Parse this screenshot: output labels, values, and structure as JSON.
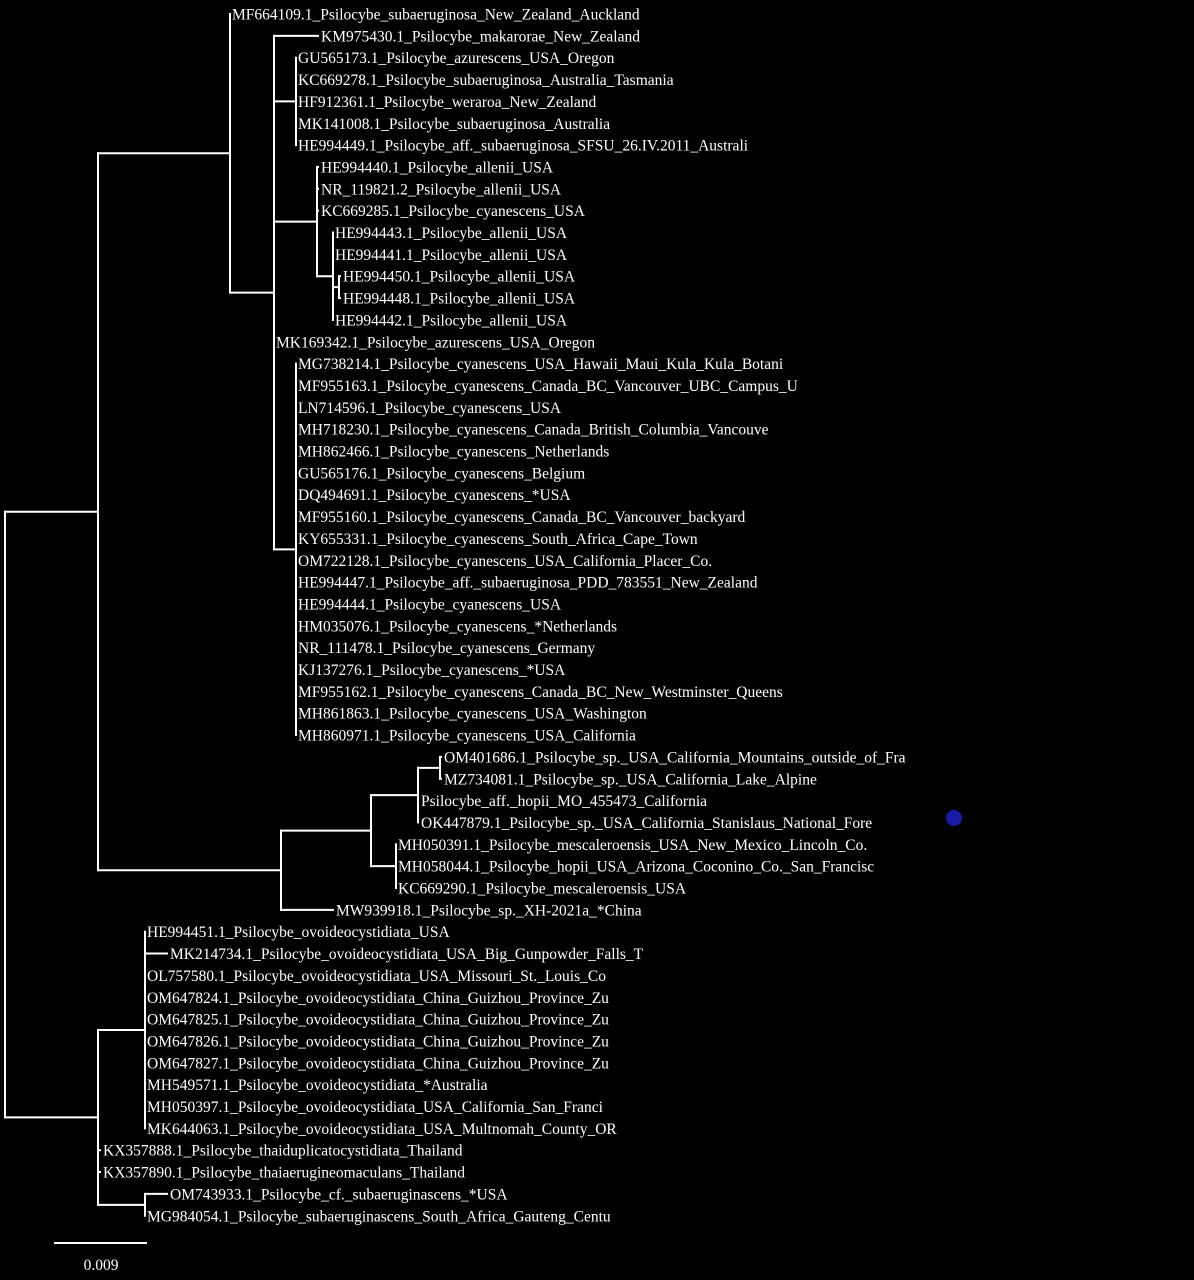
{
  "colors": {
    "background": "#000000",
    "branch": "#ffffff",
    "label": "#ffffff",
    "marker": "#1a1aa8"
  },
  "scale_bar": {
    "label": "0.009"
  },
  "highlighted_taxon": "OK447879.1_Psilocybe_sp._USA_California_Stanislaus_National_Fore",
  "taxa": [
    "MF664109.1_Psilocybe_subaeruginosa_New_Zealand_Auckland",
    "KM975430.1_Psilocybe_makarorae_New_Zealand",
    "GU565173.1_Psilocybe_azurescens_USA_Oregon",
    "KC669278.1_Psilocybe_subaeruginosa_Australia_Tasmania",
    "HF912361.1_Psilocybe_weraroa_New_Zealand",
    "MK141008.1_Psilocybe_subaeruginosa_Australia",
    "HE994449.1_Psilocybe_aff._subaeruginosa_SFSU_26.IV.2011_Australi",
    "HE994440.1_Psilocybe_allenii_USA",
    "NR_119821.2_Psilocybe_allenii_USA",
    "KC669285.1_Psilocybe_cyanescens_USA",
    "HE994443.1_Psilocybe_allenii_USA",
    "HE994441.1_Psilocybe_allenii_USA",
    "HE994450.1_Psilocybe_allenii_USA",
    "HE994448.1_Psilocybe_allenii_USA",
    "HE994442.1_Psilocybe_allenii_USA",
    "MK169342.1_Psilocybe_azurescens_USA_Oregon",
    "MG738214.1_Psilocybe_cyanescens_USA_Hawaii_Maui_Kula_Kula_Botani",
    "MF955163.1_Psilocybe_cyanescens_Canada_BC_Vancouver_UBC_Campus_U",
    "LN714596.1_Psilocybe_cyanescens_USA",
    "MH718230.1_Psilocybe_cyanescens_Canada_British_Columbia_Vancouve",
    "MH862466.1_Psilocybe_cyanescens_Netherlands",
    "GU565176.1_Psilocybe_cyanescens_Belgium",
    "DQ494691.1_Psilocybe_cyanescens_*USA",
    "MF955160.1_Psilocybe_cyanescens_Canada_BC_Vancouver_backyard",
    "KY655331.1_Psilocybe_cyanescens_South_Africa_Cape_Town",
    "OM722128.1_Psilocybe_cyanescens_USA_California_Placer_Co.",
    "HE994447.1_Psilocybe_aff._subaeruginosa_PDD_783551_New_Zealand",
    "HE994444.1_Psilocybe_cyanescens_USA",
    "HM035076.1_Psilocybe_cyanescens_*Netherlands",
    "NR_111478.1_Psilocybe_cyanescens_Germany",
    "KJ137276.1_Psilocybe_cyanescens_*USA",
    "MF955162.1_Psilocybe_cyanescens_Canada_BC_New_Westminster_Queens",
    "MH861863.1_Psilocybe_cyanescens_USA_Washington",
    "MH860971.1_Psilocybe_cyanescens_USA_California",
    "OM401686.1_Psilocybe_sp._USA_California_Mountains_outside_of_Fra",
    "MZ734081.1_Psilocybe_sp._USA_California_Lake_Alpine",
    "Psilocybe_aff._hopii_MO_455473_California",
    "OK447879.1_Psilocybe_sp._USA_California_Stanislaus_National_Fore",
    "MH050391.1_Psilocybe_mescaleroensis_USA_New_Mexico_Lincoln_Co.",
    "MH058044.1_Psilocybe_hopii_USA_Arizona_Coconino_Co._San_Francisc",
    "KC669290.1_Psilocybe_mescaleroensis_USA",
    "MW939918.1_Psilocybe_sp._XH-2021a_*China",
    "HE994451.1_Psilocybe_ovoideocystidiata_USA",
    "MK214734.1_Psilocybe_ovoideocystidiata_USA_Big_Gunpowder_Falls_T",
    "OL757580.1_Psilocybe_ovoideocystidiata_USA_Missouri_St._Louis_Co",
    "OM647824.1_Psilocybe_ovoideocystidiata_China_Guizhou_Province_Zu",
    "OM647825.1_Psilocybe_ovoideocystidiata_China_Guizhou_Province_Zu",
    "OM647826.1_Psilocybe_ovoideocystidiata_China_Guizhou_Province_Zu",
    "OM647827.1_Psilocybe_ovoideocystidiata_China_Guizhou_Province_Zu",
    "MH549571.1_Psilocybe_ovoideocystidiata_*Australia",
    "MH050397.1_Psilocybe_ovoideocystidiata_USA_California_San_Franci",
    "MK644063.1_Psilocybe_ovoideocystidiata_USA_Multnomah_County_OR",
    "KX357888.1_Psilocybe_thaiduplicatocystidiata_Thailand",
    "KX357890.1_Psilocybe_thaiaerugineomaculans_Thailand",
    "OM743933.1_Psilocybe_cf._subaeruginascens_*USA",
    "MG984054.1_Psilocybe_subaeruginascens_South_Africa_Gauteng_Centu"
  ]
}
